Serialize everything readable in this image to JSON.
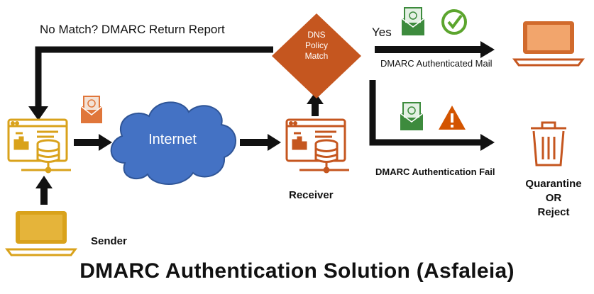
{
  "labels": {
    "no_match": "No Match? DMARC Return Report",
    "yes": "Yes",
    "authenticated_mail": "DMARC Authenticated Mail",
    "authentication_fail": "DMARC Authentication Fail",
    "receiver": "Receiver",
    "sender": "Sender",
    "quarantine_line1": "Quarantine",
    "quarantine_line2": "OR",
    "quarantine_line3": "Reject",
    "internet": "Internet",
    "dns_line1": "DNS",
    "dns_line2": "Policy",
    "dns_line3": "Match"
  },
  "title": "DMARC Authentication Solution (Asfaleia)",
  "icons": {
    "sender_server": "server-dashboard-icon",
    "receiver_server": "server-dashboard-icon",
    "sender_laptop": "laptop-icon",
    "recipient_laptop": "laptop-icon",
    "trash": "trash-icon",
    "check": "checkmark-circle-icon",
    "warning": "warning-triangle-icon",
    "mail": "envelope-icon"
  },
  "colors": {
    "sender": "#D9A21B",
    "receiver": "#C5561F",
    "cloud": "#4472C4",
    "mail_green": "#3D8B3D",
    "check_green": "#5CA52E",
    "warning_orange": "#D35400",
    "arrow": "#111111"
  }
}
